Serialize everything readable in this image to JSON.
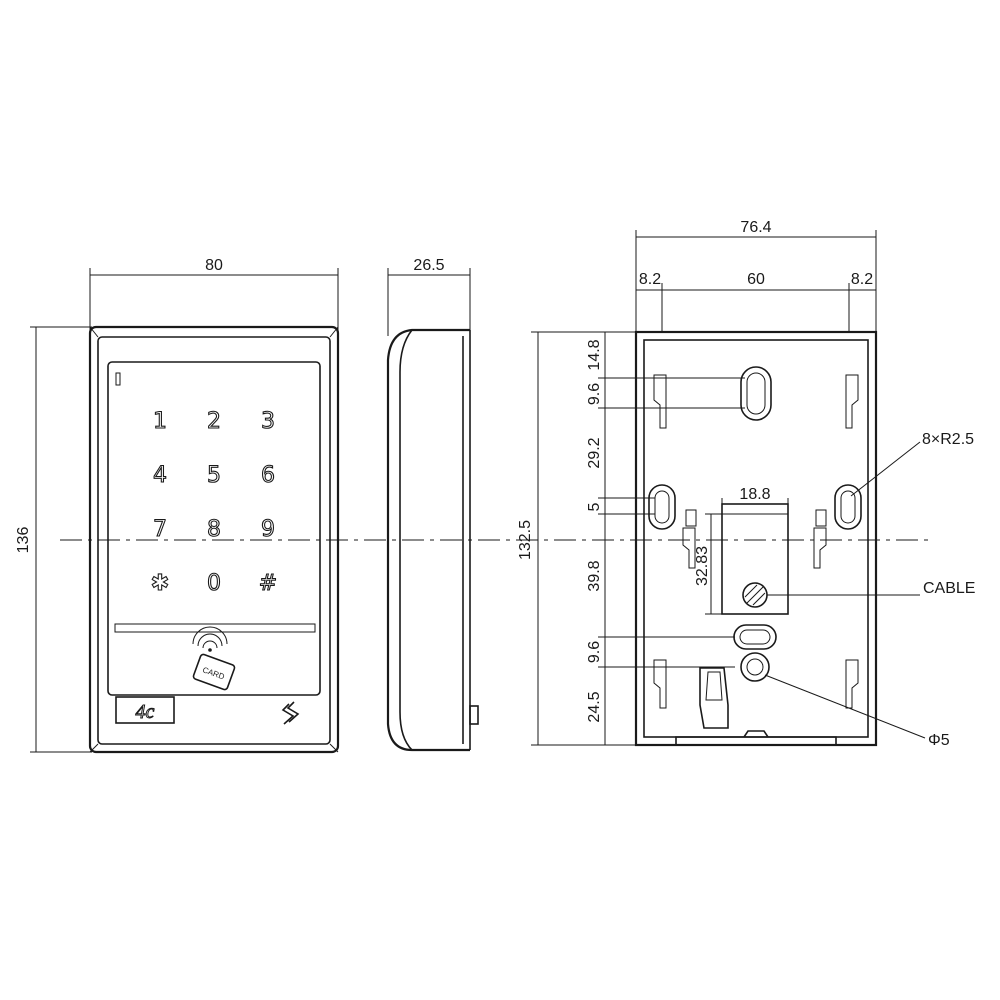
{
  "front_view": {
    "width_label": "80",
    "height_label": "136",
    "keys": [
      "1",
      "2",
      "3",
      "4",
      "5",
      "6",
      "7",
      "8",
      "9",
      "✱",
      "0",
      "#"
    ],
    "card_label": "CARD",
    "logo_text": "4c"
  },
  "side_view": {
    "depth_label": "26.5"
  },
  "back_view": {
    "overall_width_label": "76.4",
    "left_offset_label": "8.2",
    "hole_spacing_label": "60",
    "right_offset_label": "8.2",
    "height_label": "132.5",
    "vertical_dims": [
      "14.8",
      "9.6",
      "29.2",
      "5",
      "39.8",
      "9.6",
      "24.5"
    ],
    "cable_box_width_label": "18.8",
    "cable_box_height_label": "32.83",
    "slot_callout": "8×R2.5",
    "cable_callout": "CABLE",
    "hole_callout": "Φ5"
  }
}
